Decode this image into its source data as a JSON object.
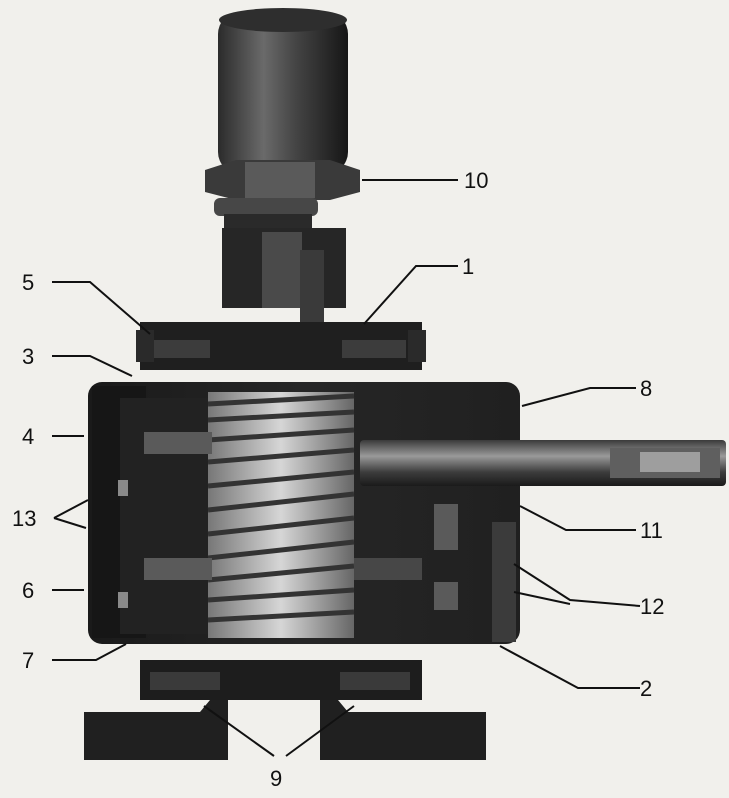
{
  "figure": {
    "callouts": [
      {
        "id": "c1",
        "label": "1"
      },
      {
        "id": "c2",
        "label": "2"
      },
      {
        "id": "c3",
        "label": "3"
      },
      {
        "id": "c4",
        "label": "4"
      },
      {
        "id": "c5",
        "label": "5"
      },
      {
        "id": "c6",
        "label": "6"
      },
      {
        "id": "c7",
        "label": "7"
      },
      {
        "id": "c8",
        "label": "8"
      },
      {
        "id": "c9",
        "label": "9"
      },
      {
        "id": "c10",
        "label": "10"
      },
      {
        "id": "c11",
        "label": "11"
      },
      {
        "id": "c12",
        "label": "12"
      },
      {
        "id": "c13",
        "label": "13"
      }
    ]
  },
  "colors": {
    "background": "#f1f0ec",
    "body": "#1c1c1c",
    "body_mid": "#2c2c2c",
    "highlight": "#9a9a9a",
    "ink": "#111111"
  }
}
